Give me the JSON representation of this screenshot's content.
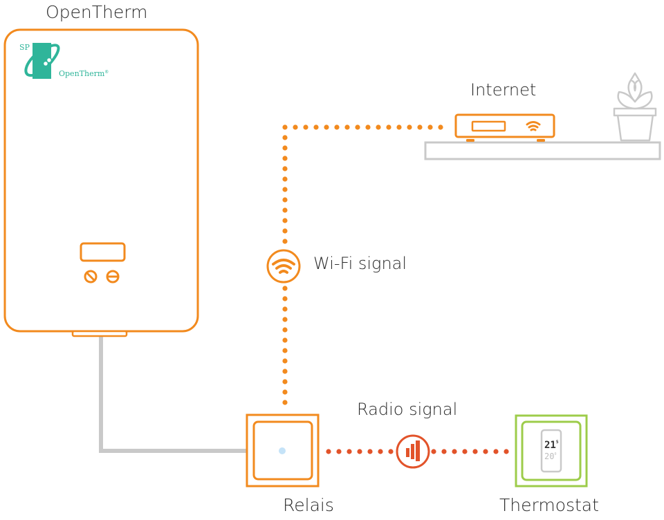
{
  "colors": {
    "orange": "#f28a1e",
    "radio_red": "#e2532a",
    "grey": "#c9c9c9",
    "green": "#9dcc4a",
    "teal": "#2fb59a",
    "text": "#2b2b2b"
  },
  "labels": {
    "boiler": "OpenTherm",
    "internet": "Internet",
    "wifi": "Wi-Fi signal",
    "radio": "Radio signal",
    "relay": "Relais",
    "thermostat": "Thermostat"
  },
  "boiler_logo": {
    "prefix": "SP",
    "brand": "OpenTherm",
    "mark": "®"
  },
  "thermostat_display": {
    "current_temp": "21",
    "current_decimal": "5",
    "set_temp": "20",
    "set_decimal": "0"
  },
  "icons": {
    "wifi": "wifi-icon",
    "radio": "signal-bars-icon",
    "plant": "plant-icon",
    "router": "router-icon"
  }
}
